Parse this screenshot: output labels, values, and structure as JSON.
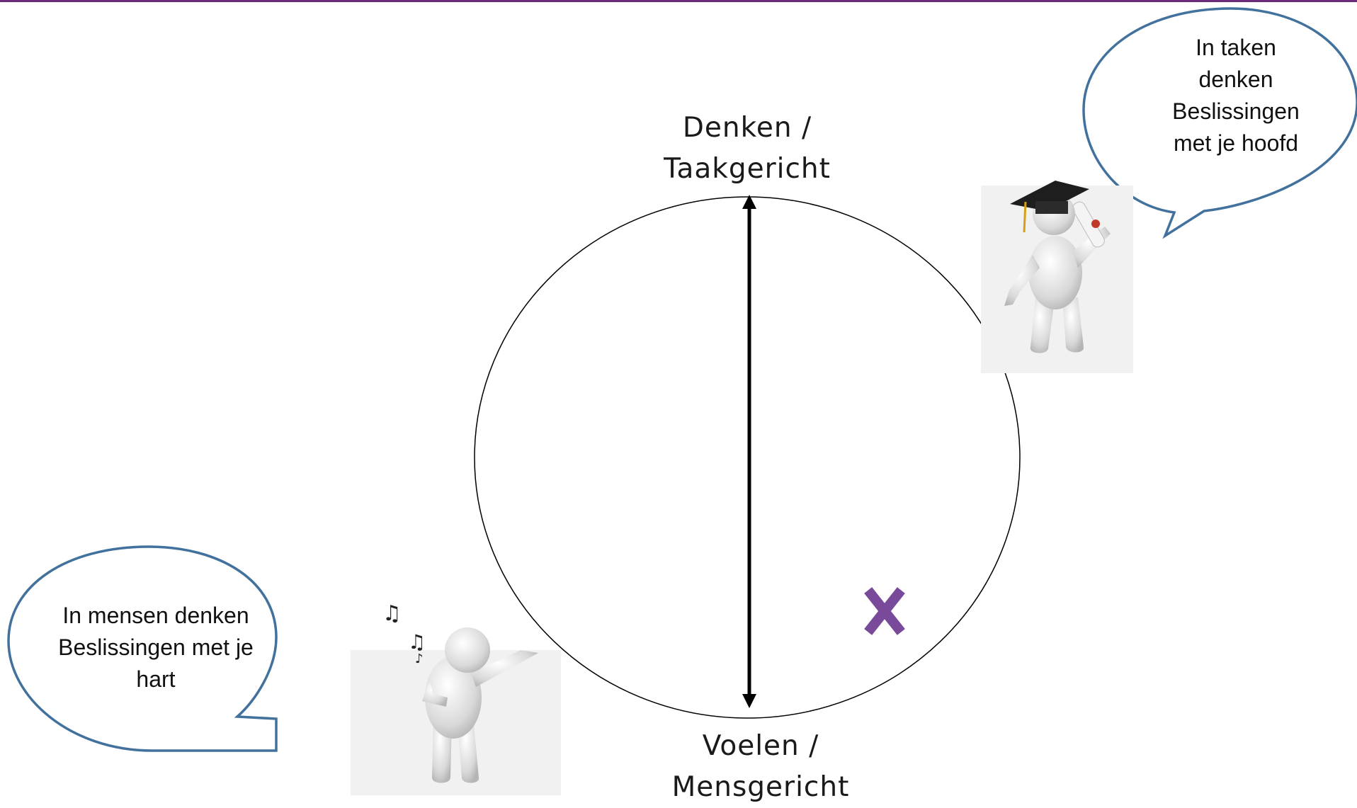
{
  "axis": {
    "top_label": [
      "Denken /",
      "Taakgericht"
    ],
    "bottom_label": [
      "Voelen /",
      "Mensgericht"
    ]
  },
  "bubbles": {
    "thinking": [
      "In taken",
      "denken",
      "Beslissingen",
      "met je hoofd"
    ],
    "feeling": [
      "In mensen denken",
      "Beslissingen met je",
      "hart"
    ]
  },
  "figures": {
    "thinking": "graduate-figure-icon",
    "feeling": "singing-figure-icon"
  },
  "marker": {
    "icon": "x-marker-icon"
  },
  "colors": {
    "top_rule": "#6b2c7a",
    "bubble_stroke": "#41719c",
    "marker": "#7a4a9a"
  }
}
